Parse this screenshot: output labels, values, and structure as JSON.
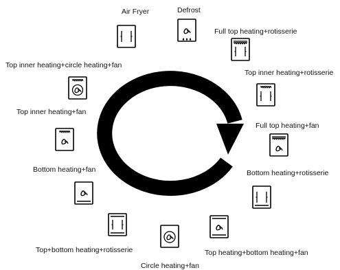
{
  "modes": [
    {
      "key": "air-fryer",
      "label": "Air Fryer",
      "symbol": "air-fryer-symbol"
    },
    {
      "key": "defrost",
      "label": "Defrost",
      "symbol": "defrost-symbol"
    },
    {
      "key": "full-top-rotisserie",
      "label": "Full top heating+rotisserie",
      "symbol": "full-top-heating-rotisserie-symbol"
    },
    {
      "key": "top-inner-rotisserie",
      "label": "Top inner heating+rotisserie",
      "symbol": "top-inner-heating-rotisserie-symbol"
    },
    {
      "key": "full-top-fan",
      "label": "Full top heating+fan",
      "symbol": "full-top-heating-fan-symbol"
    },
    {
      "key": "bottom-rotisserie",
      "label": "Bottom heating+rotisserie",
      "symbol": "bottom-heating-rotisserie-symbol"
    },
    {
      "key": "top-bottom-fan",
      "label": "Top heating+bottom heating+fan",
      "symbol": "top-bottom-heating-fan-symbol"
    },
    {
      "key": "circle-fan",
      "label": "Circle heating+fan",
      "symbol": "circle-heating-fan-symbol"
    },
    {
      "key": "top-bottom-rotisserie",
      "label": "Top+bottom heating+rotisserie",
      "symbol": "top-bottom-heating-rotisserie-symbol"
    },
    {
      "key": "bottom-fan",
      "label": "Bottom heating+fan",
      "symbol": "bottom-heating-fan-symbol"
    },
    {
      "key": "top-inner-fan",
      "label": "Top inner heating+fan",
      "symbol": "top-inner-heating-fan-symbol"
    },
    {
      "key": "top-inner-circle-fan",
      "label": "Top inner heating+circle heating+fan",
      "symbol": "top-inner-circle-heating-fan-symbol"
    }
  ],
  "cycle_arrow": {
    "direction": "clockwise",
    "color": "#000000"
  }
}
